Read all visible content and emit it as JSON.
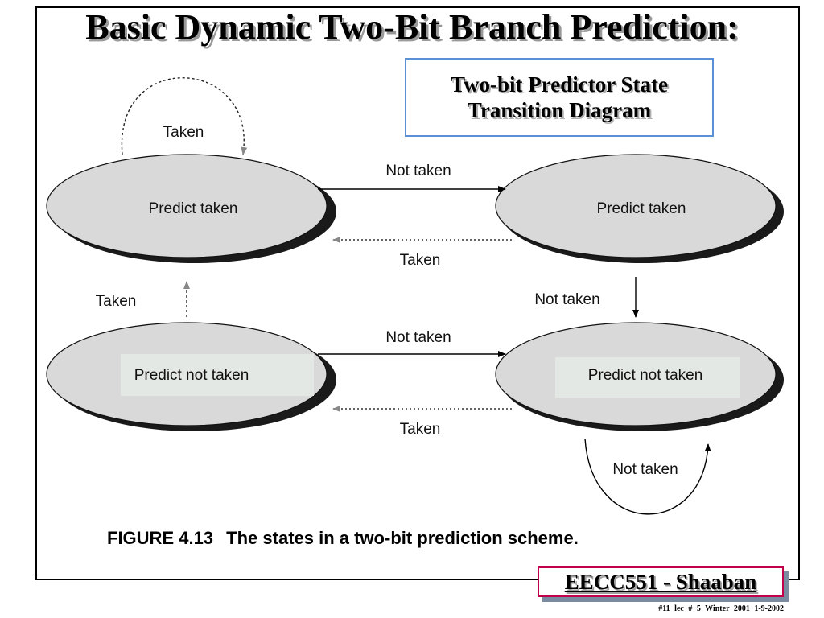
{
  "title": "Basic Dynamic Two-Bit Branch Prediction:",
  "subtitle": {
    "line1": "Two-bit Predictor State",
    "line2": "Transition Diagram"
  },
  "states": [
    {
      "label": "Predict taken"
    },
    {
      "label": "Predict taken"
    },
    {
      "label": "Predict not taken"
    },
    {
      "label": "Predict not taken"
    }
  ],
  "transitions": [
    {
      "label": "Taken",
      "from": "Predict taken (left)",
      "to": "Predict taken (left)",
      "style": "dashed"
    },
    {
      "label": "Not taken",
      "from": "Predict taken (left)",
      "to": "Predict taken (right)",
      "style": "solid"
    },
    {
      "label": "Taken",
      "from": "Predict taken (right)",
      "to": "Predict taken (left)",
      "style": "dotted"
    },
    {
      "label": "Taken",
      "from": "Predict not taken (left)",
      "to": "Predict taken (left)",
      "style": "dashed"
    },
    {
      "label": "Not taken",
      "from": "Predict taken (right)",
      "to": "Predict not taken (right)",
      "style": "solid"
    },
    {
      "label": "Not taken",
      "from": "Predict not taken (left)",
      "to": "Predict not taken (right)",
      "style": "solid"
    },
    {
      "label": "Taken",
      "from": "Predict not taken (right)",
      "to": "Predict not taken (left)",
      "style": "dotted"
    },
    {
      "label": "Not taken",
      "from": "Predict not taken (right)",
      "to": "Predict not taken (right)",
      "style": "solid"
    }
  ],
  "caption": {
    "figure": "FIGURE 4.13",
    "text": "The states in a two-bit prediction scheme."
  },
  "footer": {
    "course": "EECC551 - Shaaban",
    "meta": "#11  lec # 5  Winter 2001  1-9-2002"
  },
  "colors": {
    "state_fill": "#d9d9d9",
    "state_shadow": "#1a1a1a",
    "subtitle_border": "#5b8fd6",
    "footer_border": "#c0004a"
  }
}
